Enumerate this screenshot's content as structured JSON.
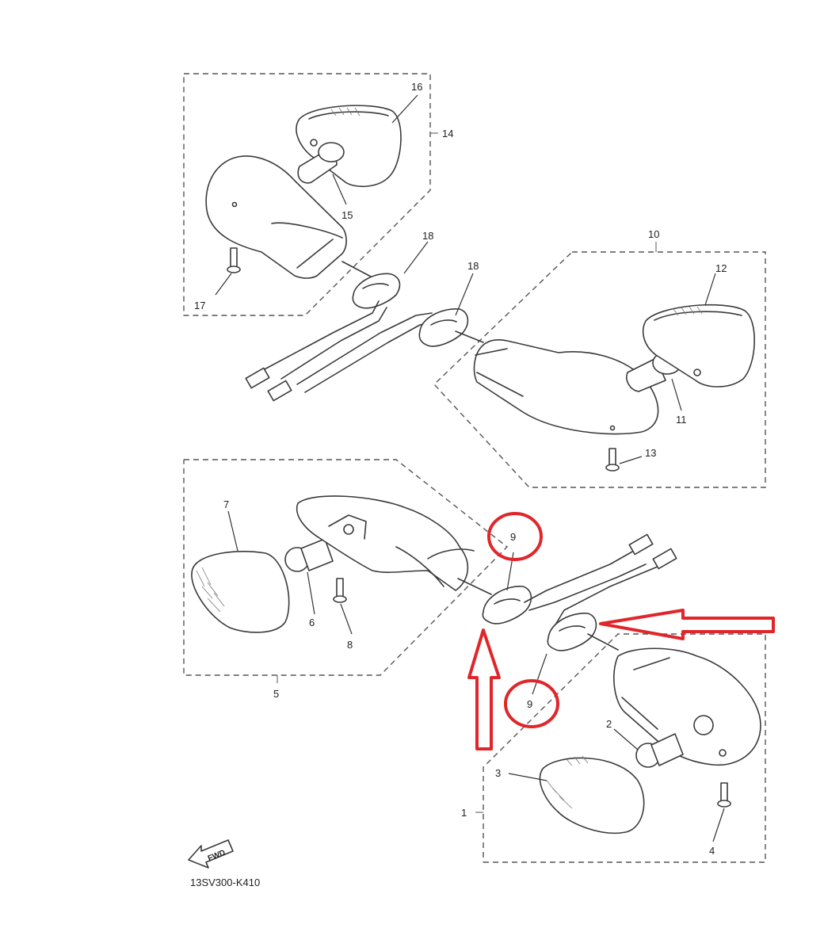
{
  "diagram": {
    "part_code": "13SV300-K410",
    "fwd_label": "FWD",
    "callouts": {
      "c1": "1",
      "c2": "2",
      "c3": "3",
      "c4": "4",
      "c5": "5",
      "c6": "6",
      "c7": "7",
      "c8": "8",
      "c9a": "9",
      "c9b": "9",
      "c10": "10",
      "c11": "11",
      "c12": "12",
      "c13": "13",
      "c14": "14",
      "c15": "15",
      "c16": "16",
      "c17": "17",
      "c18a": "18",
      "c18b": "18"
    },
    "highlight_color": "#e0262a",
    "line_color": "#3a3a3a"
  }
}
